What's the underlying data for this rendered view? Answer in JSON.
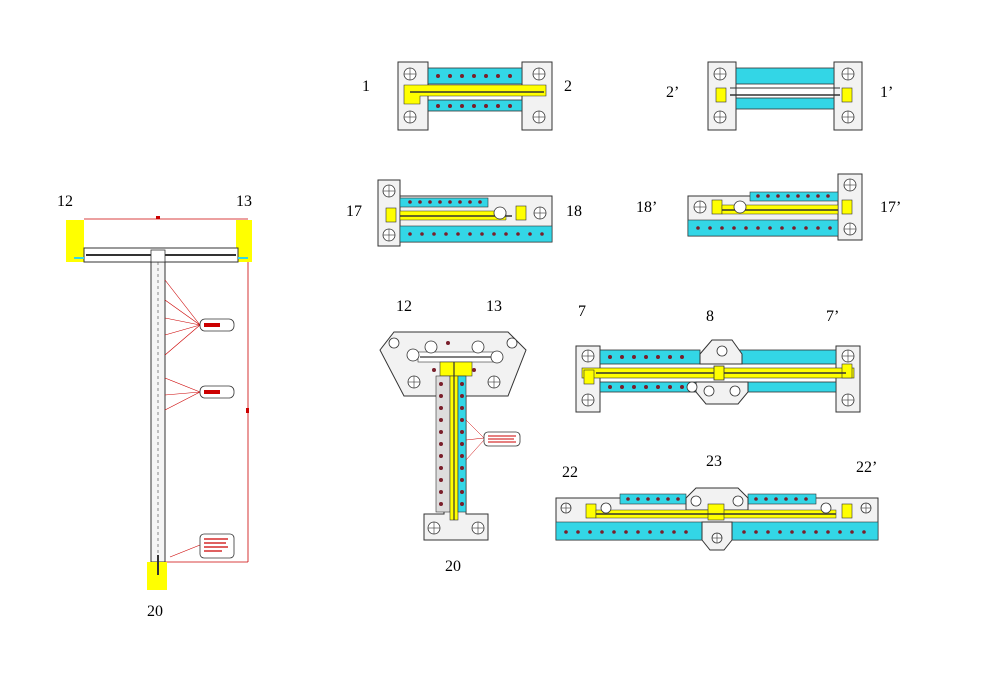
{
  "colors": {
    "cyan": "#33d6e6",
    "yellow": "#ffff00",
    "plate": "#f2f2f2",
    "outline": "#333333",
    "rebar": "#7a1f2b",
    "dim": "#cc0000",
    "dark": "#444444"
  },
  "labels": {
    "l1": "1",
    "l2": "2",
    "l2p": "2’",
    "l1p": "1’",
    "l17": "17",
    "l18": "18",
    "l18p": "18’",
    "l17p": "17’",
    "l12a": "12",
    "l13a": "13",
    "l20a": "20",
    "l12b": "12",
    "l13b": "13",
    "l20b": "20",
    "l7": "7",
    "l8": "8",
    "l7p": "7’",
    "l22": "22",
    "l23": "23",
    "l22p": "22’"
  }
}
